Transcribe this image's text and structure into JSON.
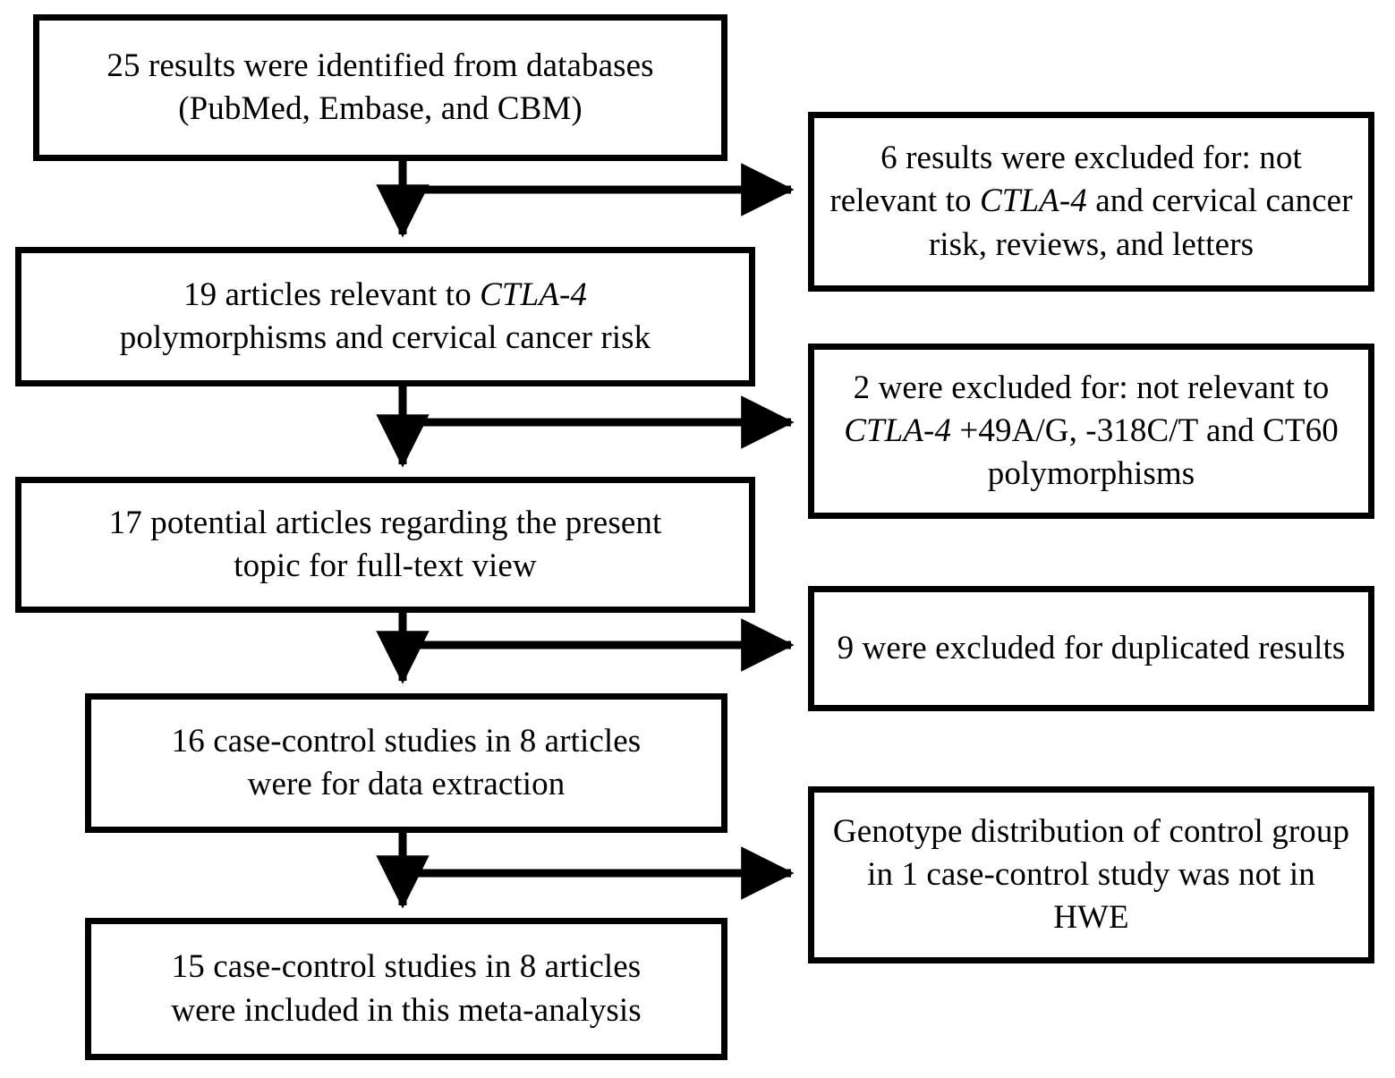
{
  "diagram": {
    "title": "Study selection flow diagram",
    "type": "prisma-flowchart",
    "stroke_color": "#000000",
    "background_color": "#ffffff",
    "main_flow": [
      {
        "id": "identified",
        "text": "25 results were identified from databases\n(PubMed, Embase, and CBM)",
        "count": 25
      },
      {
        "id": "relevant",
        "text_before_italic": "19 articles relevant to ",
        "italic": "CTLA-4",
        "text_after_italic": "\npolymorphisms and cervical cancer risk",
        "count": 19
      },
      {
        "id": "potential",
        "text": "17 potential articles regarding the present\ntopic for full-text view",
        "count": 17
      },
      {
        "id": "extraction",
        "text": "16 case-control studies in 8 articles\nwere for data extraction",
        "count": 16
      },
      {
        "id": "included",
        "text": "15 case-control studies in 8 articles\nwere included in this meta-analysis",
        "count": 15
      }
    ],
    "exclusions": [
      {
        "id": "excluded-1",
        "text_before_italic": "6 results were excluded for: not relevant to ",
        "italic": "CTLA-4",
        "text_after_italic": " and cervical cancer risk, reviews, and letters",
        "count": 6
      },
      {
        "id": "excluded-2",
        "text_before_italic": "2 were excluded for: not relevant to ",
        "italic": "CTLA-4",
        "text_after_italic": " +49A/G, -318C/T and CT60 polymorphisms",
        "count": 2
      },
      {
        "id": "excluded-3",
        "text": "9 were excluded for duplicated results",
        "count": 9
      },
      {
        "id": "excluded-4",
        "text": "Genotype distribution of control group in 1 case-control study was not in HWE",
        "count": 1
      }
    ]
  }
}
